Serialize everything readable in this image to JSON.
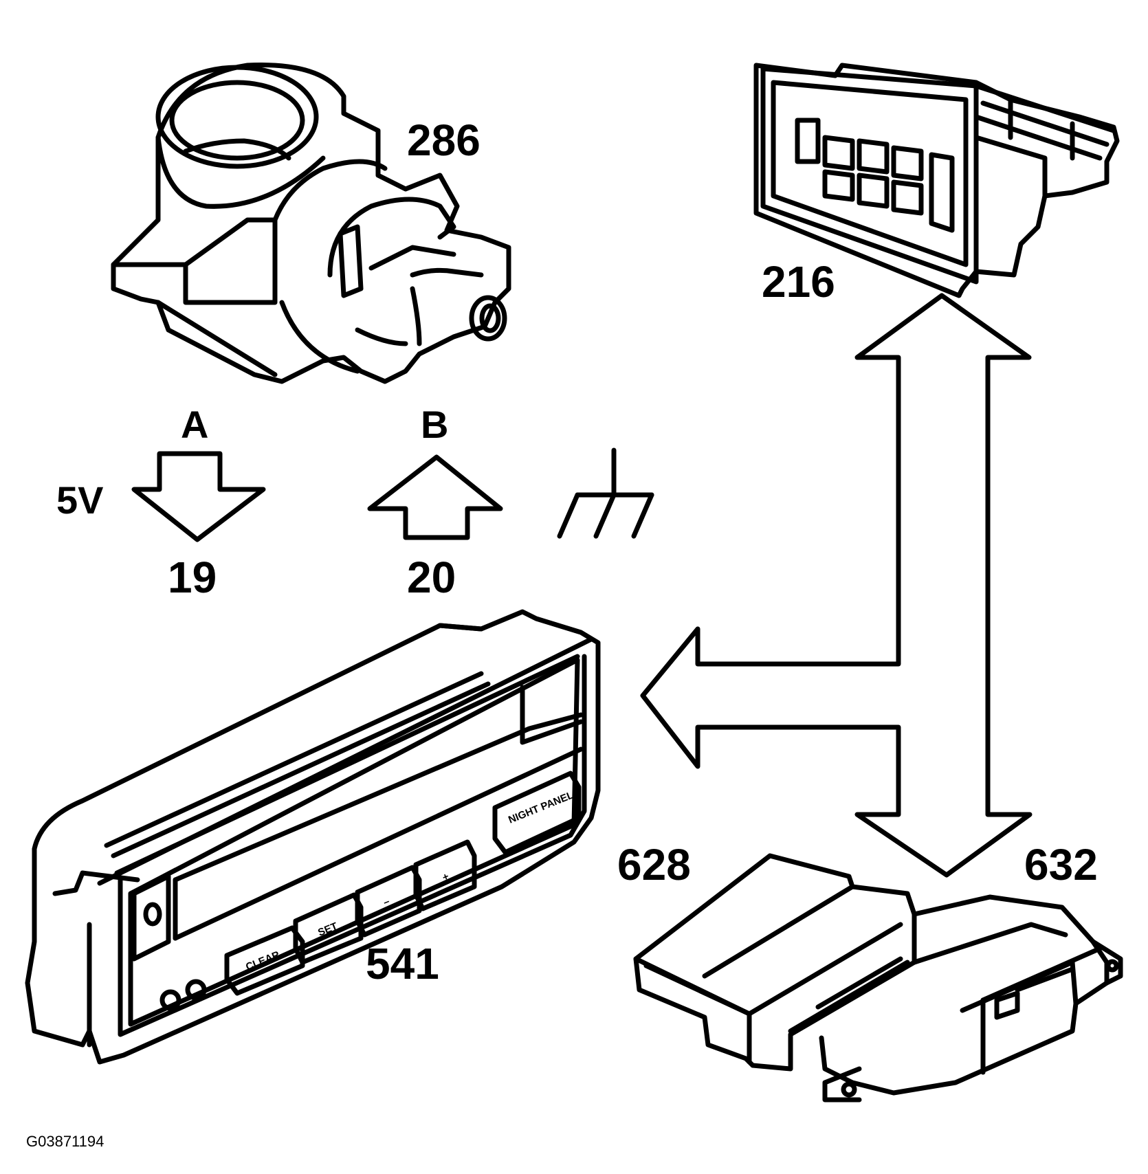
{
  "labels": {
    "throttle_body": "286",
    "ecm_216": "216",
    "letter_a": "A",
    "letter_b": "B",
    "voltage": "5V",
    "pin_19": "19",
    "pin_20": "20",
    "cruise_control_panel": "541",
    "module_628": "628",
    "module_632": "632",
    "figure_id": "G03871194"
  },
  "panel_buttons": {
    "clear": "CLEAR",
    "set": "SET",
    "minus": "–",
    "plus": "+",
    "night_panel": "NIGHT PANEL"
  },
  "colors": {
    "line": "#000000",
    "background": "#ffffff"
  }
}
